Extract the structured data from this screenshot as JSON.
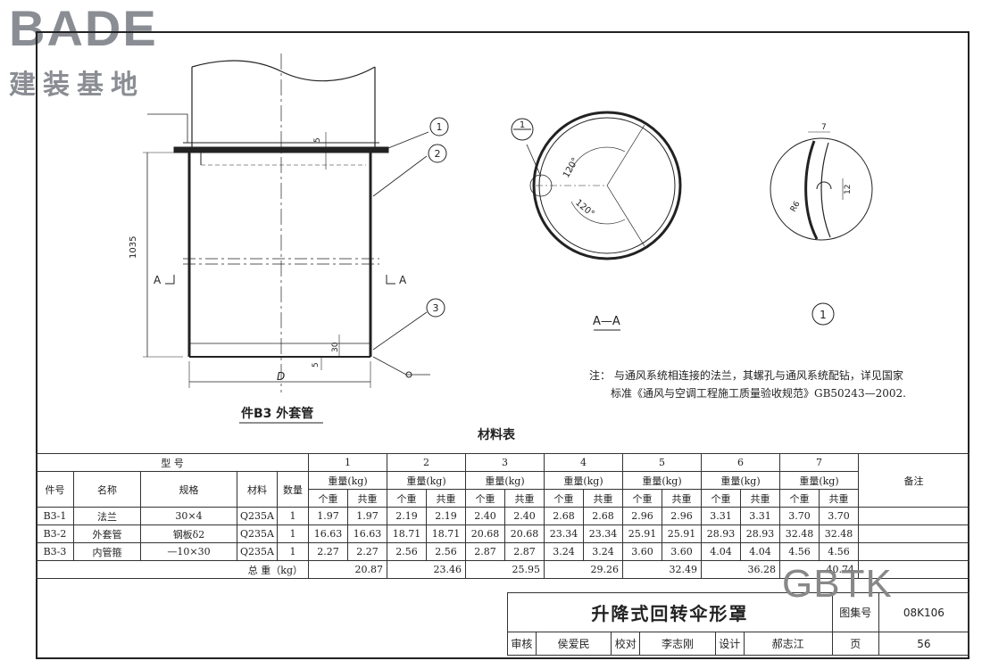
{
  "logo": {
    "letters": "BADE",
    "sub": "建装基地"
  },
  "drawing": {
    "part_title": "件B3 外套管",
    "section_label": "A—A",
    "detail_label": "1",
    "callouts": [
      "1",
      "2",
      "3"
    ],
    "dims": {
      "height": "1035",
      "flange_gap": "5",
      "bottom_30": "30",
      "bottom_5": "5",
      "diameter": "D",
      "section_mark": "A",
      "angle1": "120°",
      "angle2": "120°",
      "detail_7": "7",
      "detail_12": "12",
      "detail_r": "R6"
    },
    "note_line1": "注：  与通风系统相连接的法兰，其螺孔与通风系统配钻，详见国家",
    "note_line2": "标准《通风与空调工程施工质量验收规范》GB50243—2002."
  },
  "table": {
    "caption": "材料表",
    "col_xinghao": "型        号",
    "col_jianhao": "件号",
    "col_mingcheng": "名称",
    "col_guige": "规格",
    "col_cailiao": "材料",
    "col_shuliang": "数量",
    "col_beizhu": "备注",
    "groups": [
      "1",
      "2",
      "3",
      "4",
      "5",
      "6",
      "7"
    ],
    "weight_hdr": "重量(kg)",
    "unit_hdr": "个重",
    "total_hdr": "共重",
    "rows": [
      {
        "id": "B3-1",
        "name": "法兰",
        "spec": "30×4",
        "mat": "Q235A",
        "qty": "1",
        "vals": [
          "1.97",
          "1.97",
          "2.19",
          "2.19",
          "2.40",
          "2.40",
          "2.68",
          "2.68",
          "2.96",
          "2.96",
          "3.31",
          "3.31",
          "3.70",
          "3.70"
        ]
      },
      {
        "id": "B3-2",
        "name": "外套管",
        "spec": "钢板δ2",
        "mat": "Q235A",
        "qty": "1",
        "vals": [
          "16.63",
          "16.63",
          "18.71",
          "18.71",
          "20.68",
          "20.68",
          "23.34",
          "23.34",
          "25.91",
          "25.91",
          "28.93",
          "28.93",
          "32.48",
          "32.48"
        ]
      },
      {
        "id": "B3-3",
        "name": "内管箍",
        "spec": "—10×30",
        "mat": "Q235A",
        "qty": "1",
        "vals": [
          "2.27",
          "2.27",
          "2.56",
          "2.56",
          "2.87",
          "2.87",
          "3.24",
          "3.24",
          "3.60",
          "3.60",
          "4.04",
          "4.04",
          "4.56",
          "4.56"
        ]
      }
    ],
    "total_label": "总  重（kg）",
    "totals": [
      "20.87",
      "23.46",
      "25.95",
      "29.26",
      "32.49",
      "36.28",
      "40.74"
    ]
  },
  "titleblock": {
    "title": "升降式回转伞形罩",
    "atlas_label": "图集号",
    "atlas_no": "08K106",
    "review_label": "审核",
    "reviewer": "侯爱民",
    "checker_label": "校对",
    "checker": "李志刚",
    "design_label": "设计",
    "designer": "郝志江",
    "page_label": "页",
    "page_no": "56",
    "signatures": [
      "侯爱民",
      "李志刚",
      "郝志江"
    ]
  },
  "watermark": "GBTK"
}
